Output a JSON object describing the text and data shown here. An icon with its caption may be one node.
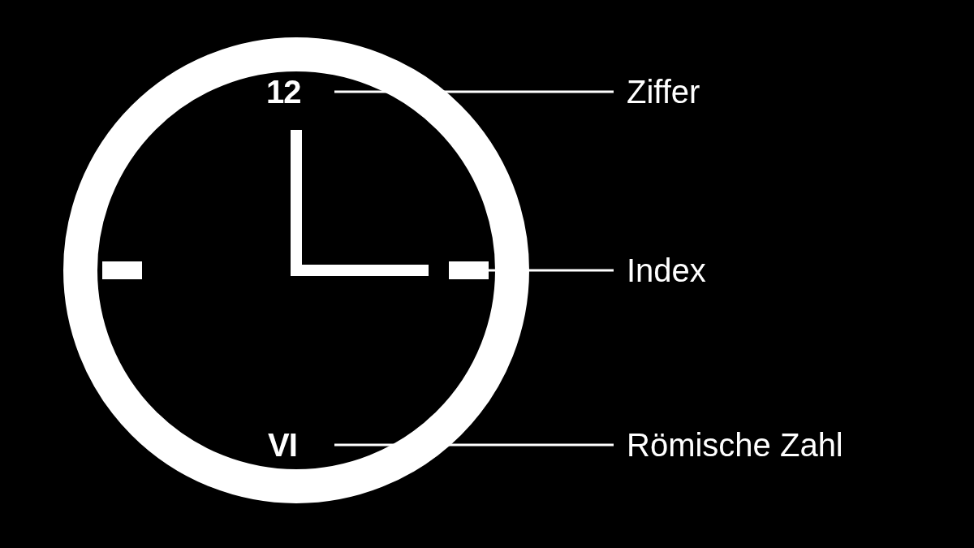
{
  "diagram": {
    "nodes": [
      {
        "text": [
          "12"
        ]
      },
      {
        "text": [],
        "shape": "bar"
      },
      {
        "text": [],
        "shape": "bar"
      },
      {
        "text": [
          "VI"
        ]
      },
      {
        "text": [
          "Ziffer"
        ]
      },
      {
        "text": [
          "Index"
        ]
      },
      {
        "text": [
          "Römische Zahl"
        ]
      }
    ],
    "edges": [
      {
        "from": 4,
        "to": 0,
        "arrow": "none"
      },
      {
        "from": 5,
        "to": 2,
        "arrow": "none"
      },
      {
        "from": 6,
        "to": 3,
        "arrow": "none"
      }
    ]
  }
}
